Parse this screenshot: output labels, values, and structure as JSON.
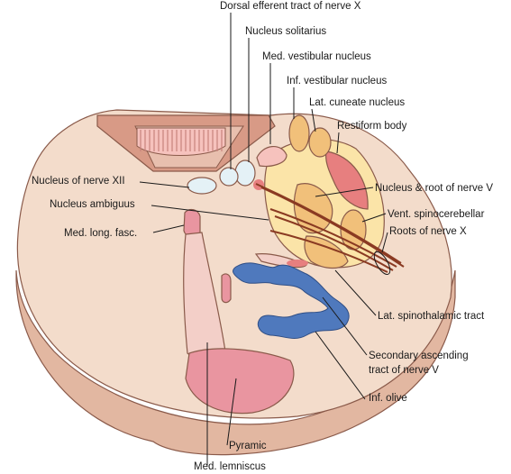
{
  "labels": {
    "dorsal_efferent": "Dorsal efferent tract of nerve X",
    "nucleus_solitarius": "Nucleus solitarius",
    "med_vestibular": "Med. vestibular nucleus",
    "inf_vestibular": "Inf. vestibular nucleus",
    "lat_cuneate": "Lat. cuneate nucleus",
    "restiform": "Restiform body",
    "nucleus_xii": "Nucleus of nerve XII",
    "nucleus_ambiguus": "Nucleus ambiguus",
    "med_long_fasc": "Med. long. fasc.",
    "nucleus_root_v": "Nucleus & root of nerve V",
    "vent_spinocerebellar": "Vent. spinocerebellar",
    "roots_x": "Roots of nerve X",
    "lat_spinothalamic": "Lat. spinothalamic tract",
    "secondary_ascending_1": "Secondary ascending",
    "secondary_ascending_2": "tract of nerve V",
    "inf_olive": "Inf. olive",
    "pyramid": "Pyramic",
    "med_lemniscus": "Med. lemniscus"
  },
  "colors": {
    "section_fill": "#f3dccb",
    "section_side": "#e2b7a1",
    "ventricle": "#d89a86",
    "choroid": "#f6c2bd",
    "trigeminal_region": "#fbe4a8",
    "trigeminal_dark": "#f1c07a",
    "nucleus_blue": "#e4f1f6",
    "olive": "#4f79bd",
    "pyramid": "#e995a0",
    "lemniscus": "#f3cfc8",
    "root_nerve": "#8a3a22",
    "restiform": "#e77f7f"
  }
}
